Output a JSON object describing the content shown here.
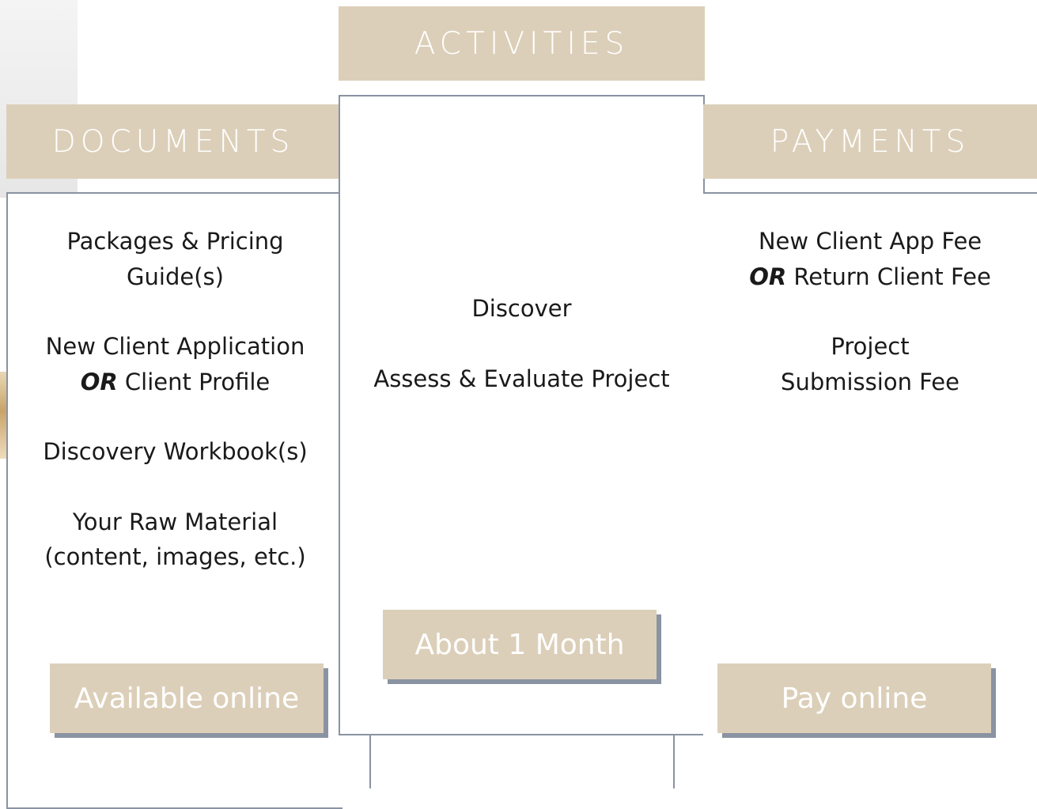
{
  "columns": {
    "documents": {
      "header": "DOCUMENTS",
      "items": [
        {
          "lines": [
            "Packages & Pricing",
            "Guide(s)"
          ]
        },
        {
          "lines": [
            "New Client Application"
          ],
          "or_prefix": "OR",
          "or_line": " Client Profile"
        },
        {
          "lines": [
            "Discovery Workbook(s)"
          ]
        },
        {
          "lines": [
            "Your Raw Material",
            "(content, images, etc.)"
          ]
        }
      ],
      "button": "Available online"
    },
    "activities": {
      "header": "ACTIVITIES",
      "items": [
        {
          "lines": [
            "Discover"
          ]
        },
        {
          "lines": [
            "Assess & Evaluate Project"
          ]
        }
      ],
      "button": "About 1 Month"
    },
    "payments": {
      "header": "PAYMENTS",
      "items": [
        {
          "lines": [
            "New Client App Fee"
          ],
          "or_prefix": "OR",
          "or_line": " Return Client Fee"
        },
        {
          "lines": [
            "Project",
            "Submission Fee"
          ]
        }
      ],
      "button": "Pay online"
    }
  },
  "colors": {
    "header_bg": "#dccfb9",
    "border": "#8a93a2",
    "text": "#1a1a1a"
  }
}
